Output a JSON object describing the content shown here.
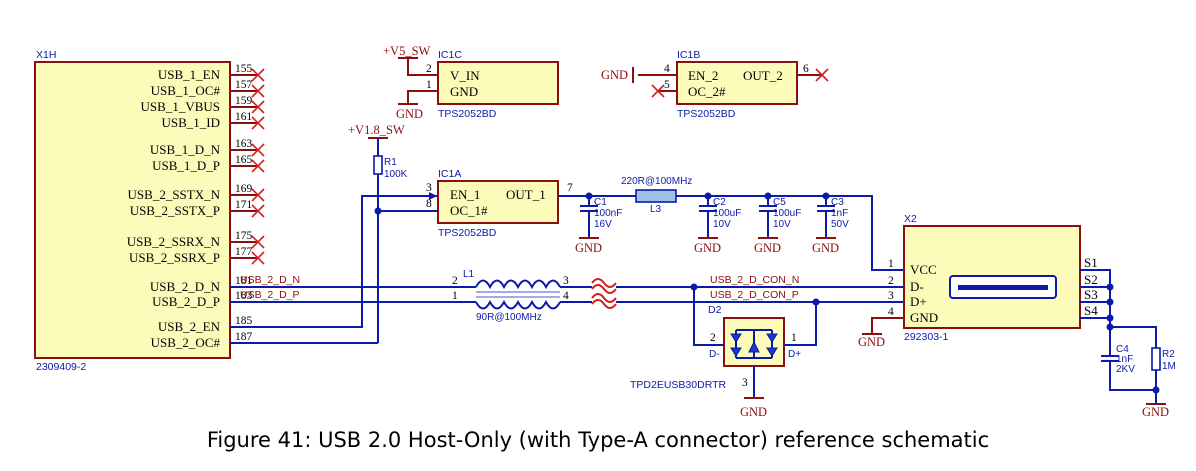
{
  "caption": "Figure 41: USB 2.0 Host-Only (with Type-A connector) reference schematic",
  "x1h": {
    "ref": "X1H",
    "part": "2309409-2",
    "pins": [
      {
        "name": "USB_1_EN",
        "num": "155"
      },
      {
        "name": "USB_1_OC#",
        "num": "157"
      },
      {
        "name": "USB_1_VBUS",
        "num": "159"
      },
      {
        "name": "USB_1_ID",
        "num": "161"
      },
      {
        "name": "USB_1_D_N",
        "num": "163"
      },
      {
        "name": "USB_1_D_P",
        "num": "165"
      },
      {
        "name": "USB_2_SSTX_N",
        "num": "169"
      },
      {
        "name": "USB_2_SSTX_P",
        "num": "171"
      },
      {
        "name": "USB_2_SSRX_N",
        "num": "175"
      },
      {
        "name": "USB_2_SSRX_P",
        "num": "177"
      },
      {
        "name": "USB_2_D_N",
        "num": "181"
      },
      {
        "name": "USB_2_D_P",
        "num": "183"
      },
      {
        "name": "USB_2_EN",
        "num": "185"
      },
      {
        "name": "USB_2_OC#",
        "num": "187"
      }
    ]
  },
  "ic1c": {
    "ref": "IC1C",
    "part": "TPS2052BD",
    "pin_vin": "V_IN",
    "pin_gnd": "GND",
    "num_vin": "2",
    "num_gnd": "1"
  },
  "ic1b": {
    "ref": "IC1B",
    "part": "TPS2052BD",
    "pin_en": "EN_2",
    "pin_oc": "OC_2#",
    "pin_out": "OUT_2",
    "num_en": "4",
    "num_oc": "5",
    "num_out": "6"
  },
  "ic1a": {
    "ref": "IC1A",
    "part": "TPS2052BD",
    "pin_en": "EN_1",
    "pin_oc": "OC_1#",
    "pin_out": "OUT_1",
    "num_en": "3",
    "num_oc": "8",
    "num_out": "7"
  },
  "power": {
    "v5": "+V5_SW",
    "v18": "+V1.8_SW",
    "gnd": "GND"
  },
  "r1": {
    "ref": "R1",
    "value": "100K"
  },
  "r2": {
    "ref": "R2",
    "value": "1M"
  },
  "l3": {
    "ref": "L3",
    "value": "220R@100MHz"
  },
  "l1": {
    "ref": "L1",
    "value": "90R@100MHz",
    "p1": "1",
    "p2": "2",
    "p3": "3",
    "p4": "4"
  },
  "c1": {
    "ref": "C1",
    "value": "100nF",
    "voltage": "16V"
  },
  "c2": {
    "ref": "C2",
    "value": "100uF",
    "voltage": "10V"
  },
  "c5": {
    "ref": "C5",
    "value": "100uF",
    "voltage": "10V"
  },
  "c3": {
    "ref": "C3",
    "value": "1nF",
    "voltage": "50V"
  },
  "c4": {
    "ref": "C4",
    "value": "1nF",
    "voltage": "2KV"
  },
  "nets": {
    "dn": "USB_2_D_N",
    "dp": "USB_2_D_P",
    "con_n": "USB_2_D_CON_N",
    "con_p": "USB_2_D_CON_P"
  },
  "d2": {
    "ref": "D2",
    "part": "TPD2EUSB30DRTR",
    "pin_dm": "D-",
    "pin_dp": "D+",
    "num1": "1",
    "num2": "2",
    "num3": "3"
  },
  "x2": {
    "ref": "X2",
    "part": "292303-1",
    "pins": [
      {
        "name": "VCC",
        "num": "1"
      },
      {
        "name": "D-",
        "num": "2"
      },
      {
        "name": "D+",
        "num": "3"
      },
      {
        "name": "GND",
        "num": "4"
      }
    ],
    "shield": [
      "S1",
      "S2",
      "S3",
      "S4"
    ]
  }
}
